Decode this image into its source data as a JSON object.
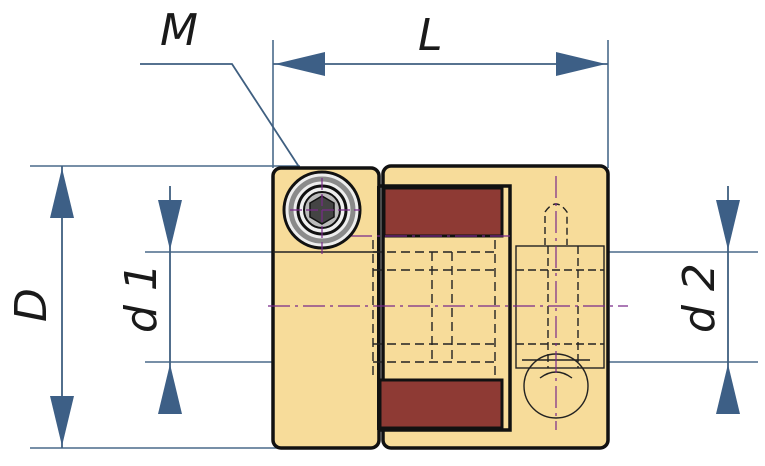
{
  "labels": {
    "M": "M",
    "L": "L",
    "D": "D",
    "d1": "d 1",
    "d2": "d 2"
  },
  "colors": {
    "body_fill": "#f7dc9a",
    "insert_fill": "#8e3a34",
    "outline": "#111111",
    "dim_line": "#3f5f80",
    "arrow": "#3d5f86",
    "center_line": "#7a2a8a",
    "screw_ring": "#8a8a8a"
  }
}
